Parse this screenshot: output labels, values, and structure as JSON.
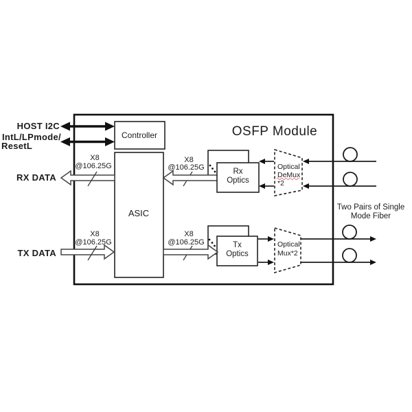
{
  "title": "OSFP Module",
  "host_interface": {
    "i2c_label": "HOST I2C",
    "control_label_line1": "IntL/LPmode/",
    "control_label_line2": "ResetL"
  },
  "data_ports": {
    "rx_label": "RX DATA",
    "tx_label": "TX DATA"
  },
  "buses": [
    {
      "lanes": "X8",
      "rate": "@106.25G"
    },
    {
      "lanes": "X8",
      "rate": "@106.25G"
    },
    {
      "lanes": "X8",
      "rate": "@106.25G"
    },
    {
      "lanes": "X8",
      "rate": "@106.25G"
    }
  ],
  "blocks": {
    "controller": {
      "label": "Controller"
    },
    "asic": {
      "label": "ASIC"
    },
    "rx_optics": {
      "line1": "Rx",
      "line2": "Optics"
    },
    "tx_optics": {
      "line1": "Tx",
      "line2": "Optics"
    },
    "demux": {
      "line1": "Optical",
      "line2": "DeMux",
      "line3": "*2"
    },
    "mux": {
      "line1": "Optical",
      "line2": "Mux*2"
    }
  },
  "fiber_note": {
    "line1": "Two Pairs of Single",
    "line2": "Mode Fiber"
  },
  "colors": {
    "ink": "#1b1b1b",
    "spellcheck_underline": "#e08a8a",
    "background": "#ffffff"
  }
}
